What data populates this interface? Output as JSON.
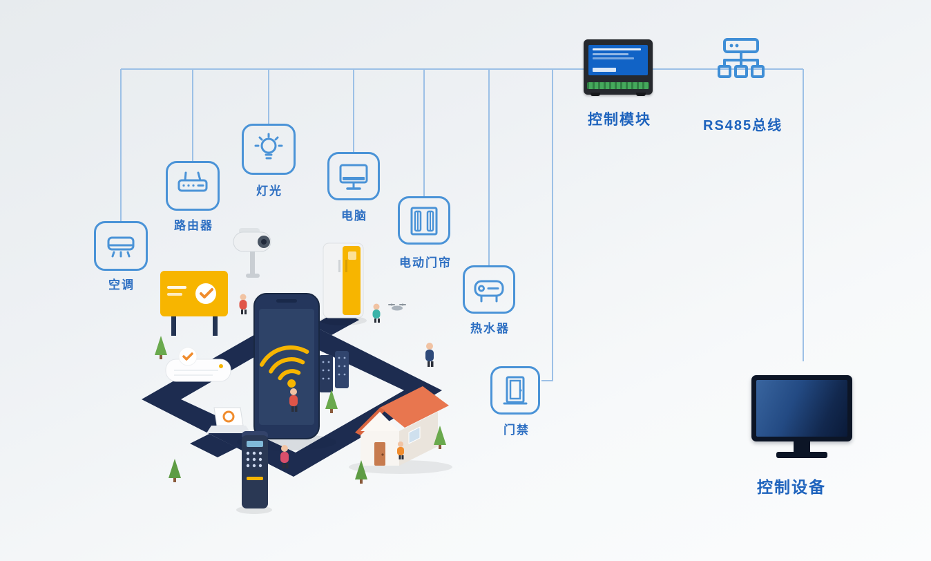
{
  "devices": [
    {
      "id": "aircon",
      "label": "空调"
    },
    {
      "id": "router",
      "label": "路由器"
    },
    {
      "id": "light",
      "label": "灯光"
    },
    {
      "id": "computer",
      "label": "电脑"
    },
    {
      "id": "curtain",
      "label": "电动门帘"
    },
    {
      "id": "heater",
      "label": "热水器"
    },
    {
      "id": "access",
      "label": "门禁"
    }
  ],
  "control_module": {
    "label": "控制模块"
  },
  "rs485_bus": {
    "label": "RS485总线"
  },
  "control_device": {
    "label": "控制设备"
  },
  "colors": {
    "accent_blue": "#4a93d7",
    "label_blue": "#2d6fc2",
    "connector_blue": "#9cc0e6",
    "navy": "#1d2c50",
    "brand_yellow": "#f7b500",
    "roof_orange": "#e8764f"
  }
}
